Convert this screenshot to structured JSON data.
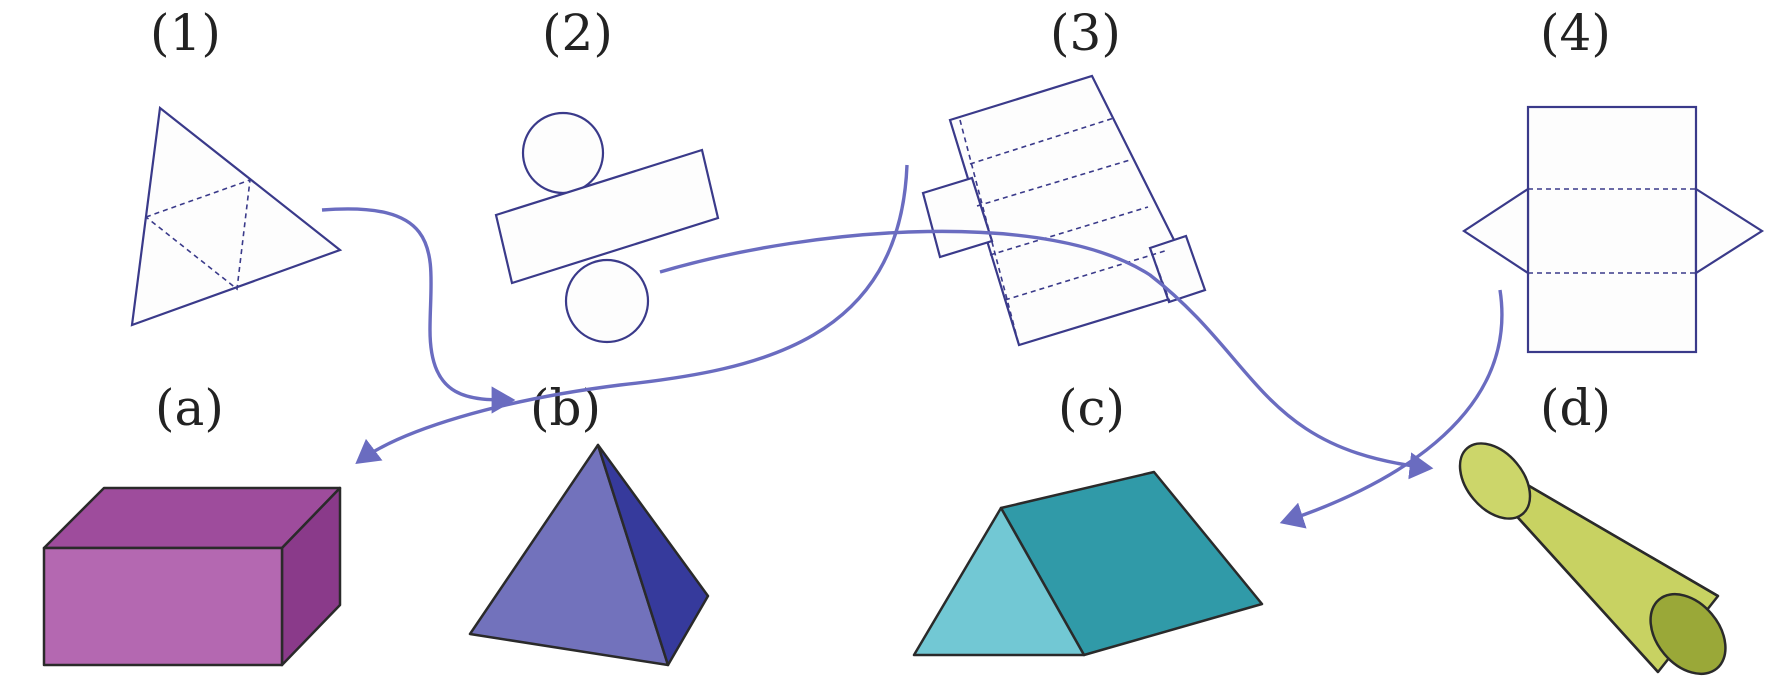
{
  "nets": [
    {
      "label": "(1)",
      "shape": "triangle-net"
    },
    {
      "label": "(2)",
      "shape": "cylinder-net"
    },
    {
      "label": "(3)",
      "shape": "cuboid-net"
    },
    {
      "label": "(4)",
      "shape": "triangular-prism-net"
    }
  ],
  "solids": [
    {
      "label": "(a)",
      "shape": "cuboid",
      "color": "#b065ad"
    },
    {
      "label": "(b)",
      "shape": "pyramid",
      "color": "#6f6fb8"
    },
    {
      "label": "(c)",
      "shape": "triangular-prism",
      "color": "#3aa5b4"
    },
    {
      "label": "(d)",
      "shape": "cylinder",
      "color": "#c8d262"
    }
  ],
  "colors": {
    "arrow": "#6a6cc0",
    "net_line": "#3a3a8a"
  }
}
